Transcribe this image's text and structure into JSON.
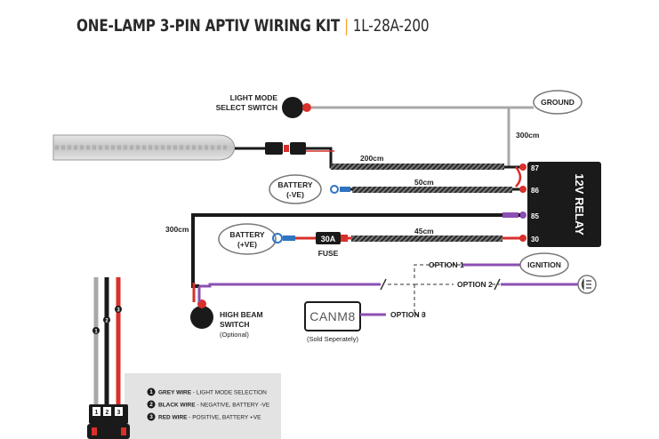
{
  "title": {
    "main": "ONE-LAMP 3-PIN APTIV WIRING KIT",
    "separator": "|",
    "code": "1L-28A-200"
  },
  "labels": {
    "light_mode_line1": "LIGHT MODE",
    "light_mode_line2": "SELECT SWITCH",
    "ground": "GROUND",
    "len_300_right": "300cm",
    "len_200": "200cm",
    "len_50": "50cm",
    "len_45": "45cm",
    "len_300_left": "300cm",
    "battery_neg_line1": "BATTERY",
    "battery_neg_line2": "(-VE)",
    "battery_pos_line1": "BATTERY",
    "battery_pos_line2": "(+VE)",
    "fuse_value": "30A",
    "fuse": "FUSE",
    "relay": "12V RELAY",
    "pin_87": "87",
    "pin_86": "86",
    "pin_85": "85",
    "pin_30": "30",
    "option_1": "OPTION 1",
    "option_2": "OPTION 2",
    "option_3": "OPTION 3",
    "ignition": "IGNITION",
    "canm8": "CANM8",
    "sold_separately": "(Sold Seperately)",
    "high_beam_line1": "HIGH BEAM",
    "high_beam_line2": "SWITCH",
    "optional": "(Optional)"
  },
  "legend": [
    {
      "num": "1",
      "name": "GREY WIRE",
      "desc": " - LIGHT MODE SELECTION"
    },
    {
      "num": "2",
      "name": "BLACK WIRE",
      "desc": " - NEGATIVE, BATTERY -VE"
    },
    {
      "num": "3",
      "name": "RED WIRE",
      "desc": " - POSITIVE, BATTERY +VE"
    }
  ],
  "connector_pins": [
    "1",
    "2",
    "3"
  ],
  "colors": {
    "title_separator": "#f0a22a",
    "grey_wire": "#a8a8a8",
    "black_wire": "#1a1a1a",
    "red_wire": "#d8302b",
    "purple_wire": "#8b4fb3",
    "blue_terminal": "#2f74c0",
    "legend_bg": "#e3e3e3"
  },
  "icons": [
    "light-bar-icon",
    "headlight-icon",
    "switch-icon",
    "ring-terminal-icon",
    "fuse-icon"
  ]
}
